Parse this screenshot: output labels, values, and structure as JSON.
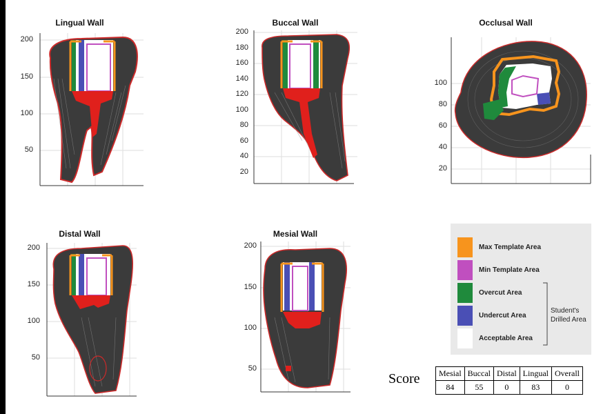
{
  "panels": [
    {
      "title": "Lingual Wall",
      "y_ticks": [
        "200",
        "150",
        "100",
        "50"
      ]
    },
    {
      "title": "Buccal Wall",
      "y_ticks": [
        "200",
        "180",
        "160",
        "140",
        "120",
        "100",
        "80",
        "60",
        "40",
        "20"
      ]
    },
    {
      "title": "Occlusal Wall",
      "y_ticks": [
        "100",
        "80",
        "60",
        "40",
        "20"
      ]
    },
    {
      "title": "Distal Wall",
      "y_ticks": [
        "200",
        "150",
        "100",
        "50"
      ]
    },
    {
      "title": "Mesial Wall",
      "y_ticks": [
        "200",
        "150",
        "100",
        "50"
      ]
    }
  ],
  "legend": {
    "items": [
      {
        "label": "Max Template Area",
        "color": "#f7941d"
      },
      {
        "label": "Min Template Area",
        "color": "#c04fbf"
      },
      {
        "label": "Overcut Area",
        "color": "#1f8a3c"
      },
      {
        "label": "Undercut Area",
        "color": "#4a4fb5"
      },
      {
        "label": "Acceptable Area",
        "color": "#ffffff"
      }
    ],
    "group_label_line1": "Student's",
    "group_label_line2": "Drilled Area"
  },
  "score": {
    "label": "Score",
    "headers": [
      "Mesial",
      "Buccal",
      "Distal",
      "Lingual",
      "Overall"
    ],
    "values": [
      "84",
      "55",
      "0",
      "83",
      "0"
    ]
  }
}
